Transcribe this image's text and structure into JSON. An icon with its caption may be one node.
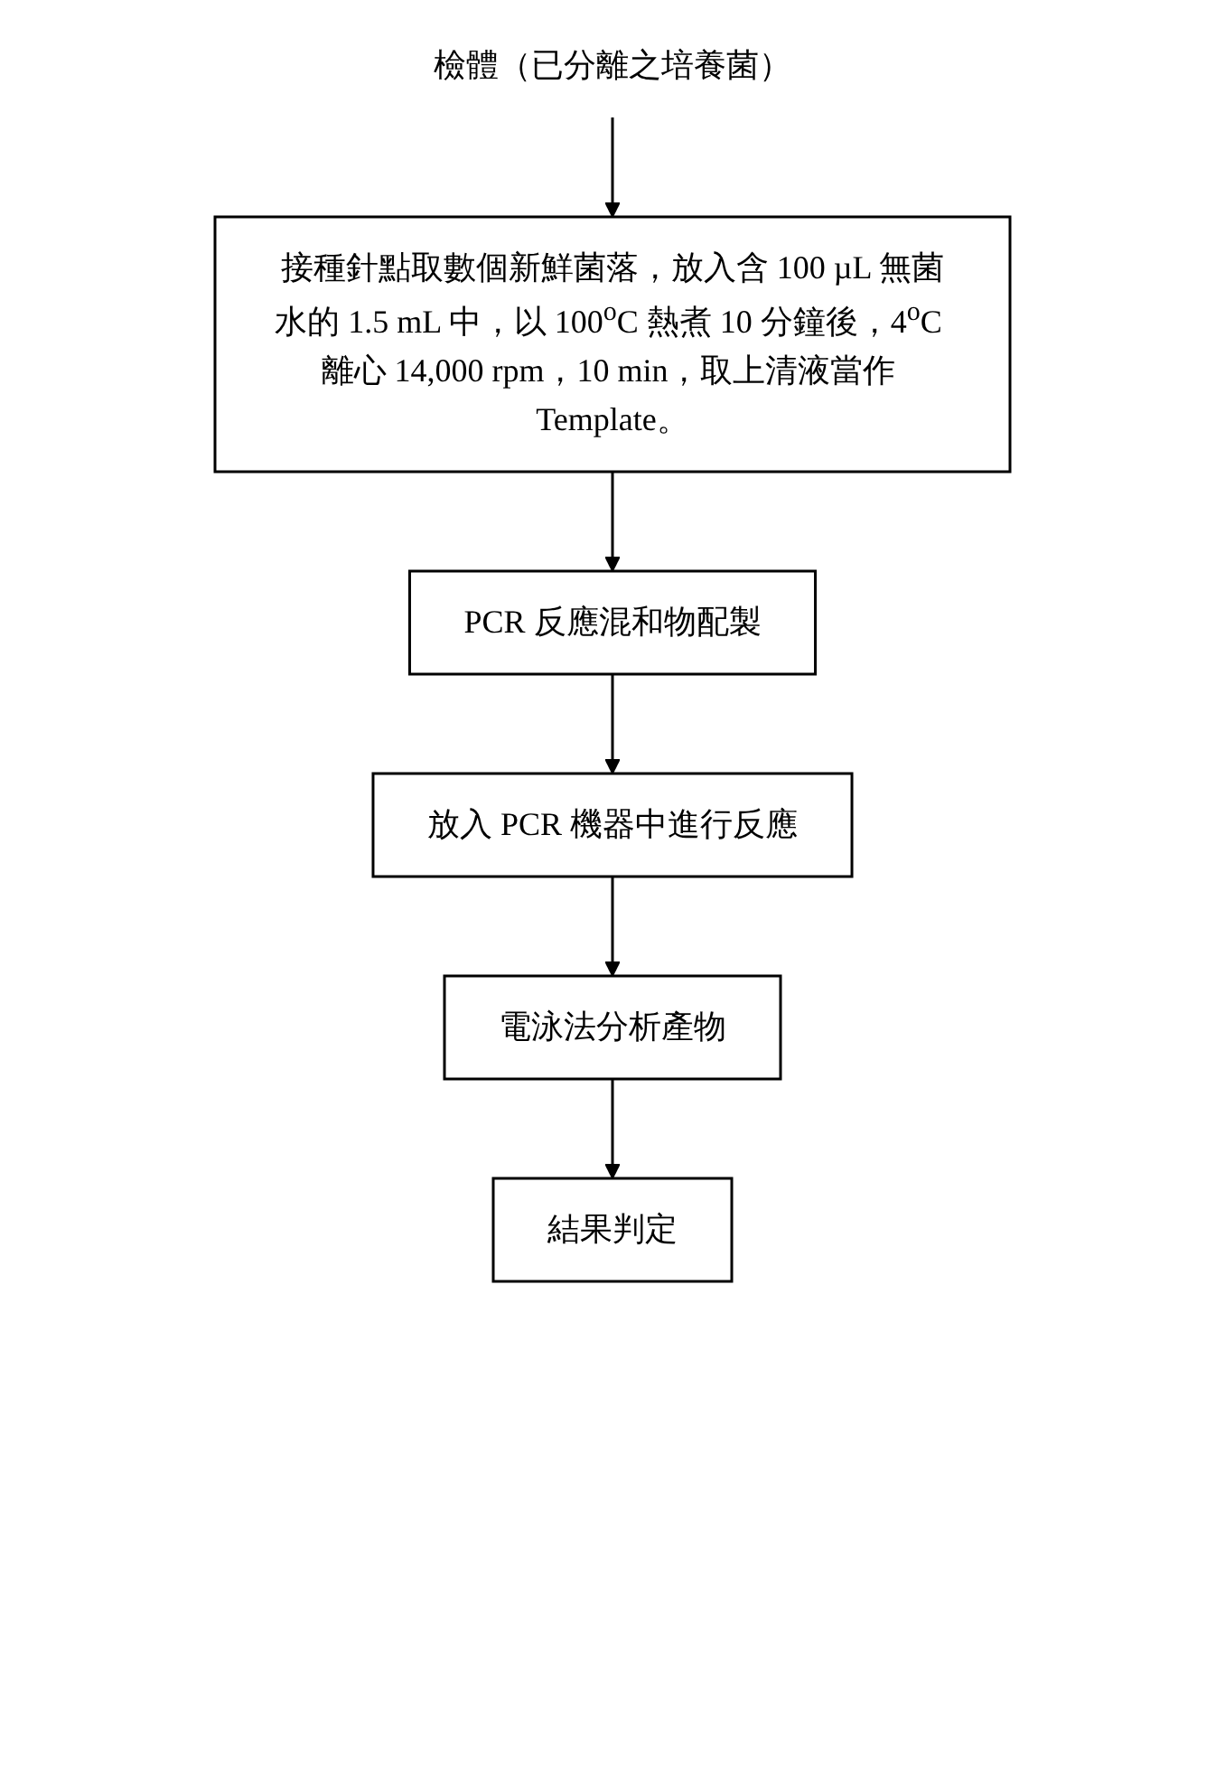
{
  "diagram": {
    "nodes": [
      {
        "text": [
          "檢體（已分離之培養菌）"
        ]
      },
      {
        "text": [
          "接種針點取數個新鮮菌落，放入含 100 µL 無菌水的 1.5 mL 中，以 100$^{o}$C 熱煮 10 分鐘後，4$^{o}$C 離心 14,000 rpm，10 min，取上清液當作 Template。"
        ]
      },
      {
        "text": [
          "PCR 反應混和物配製"
        ]
      },
      {
        "text": [
          "放入 PCR 機器中進行反應"
        ]
      },
      {
        "text": [
          "電泳法分析產物"
        ]
      },
      {
        "text": [
          "結果判定"
        ]
      }
    ],
    "edges": [
      {
        "from": 0,
        "to": 1,
        "arrow": "to"
      },
      {
        "from": 1,
        "to": 2,
        "arrow": "to"
      },
      {
        "from": 2,
        "to": 3,
        "arrow": "to"
      },
      {
        "from": 3,
        "to": 4,
        "arrow": "to"
      },
      {
        "from": 4,
        "to": 5,
        "arrow": "to"
      }
    ]
  }
}
